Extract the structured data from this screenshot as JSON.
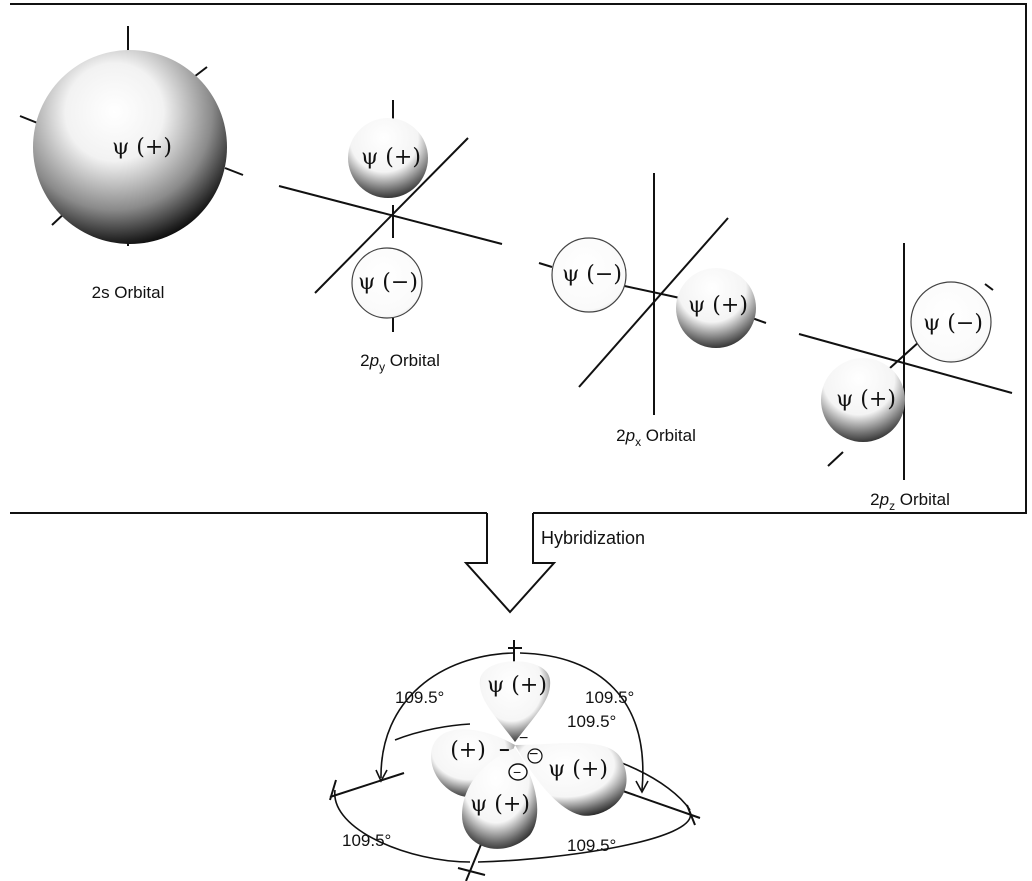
{
  "orbitals": {
    "s": {
      "lobe": "ψ (+)",
      "caption": "2s Orbital"
    },
    "py": {
      "lobe_top": "ψ (+)",
      "lobe_bottom": "ψ (−)",
      "caption_prefix": "2",
      "caption_p": "p",
      "caption_sub": "y",
      "caption_suffix": " Orbital"
    },
    "px": {
      "lobe_left": "ψ (−)",
      "lobe_right": "ψ (+)",
      "caption_prefix": "2",
      "caption_p": "p",
      "caption_sub": "x",
      "caption_suffix": " Orbital"
    },
    "pz": {
      "lobe_top": "ψ (−)",
      "lobe_bottom": "ψ (+)",
      "caption_prefix": "2",
      "caption_p": "p",
      "caption_sub": "z",
      "caption_suffix": " Orbital"
    }
  },
  "arrow_label": "Hybridization",
  "sp3": {
    "lobes": [
      "ψ (+)",
      "(+)",
      "ψ (+)",
      "ψ (+)"
    ],
    "minor_signs": [
      "−",
      "−",
      "−",
      "−"
    ],
    "angles": [
      "109.5°",
      "109.5°",
      "109.5°",
      "109.5°",
      "109.5°"
    ]
  },
  "colors": {
    "ink": "#111111",
    "shade": "#1a1a1a",
    "paper": "#ffffff"
  }
}
